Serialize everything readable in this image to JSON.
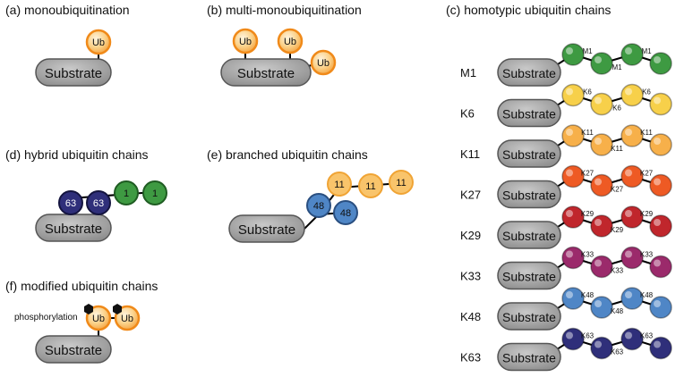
{
  "colors": {
    "ub": "#f4a340",
    "k6": "#f7d04a",
    "k11": "#f7b04a",
    "k27": "#ee5a24",
    "k29": "#c0262c",
    "k33": "#9b2a6b",
    "k48": "#4f86c6",
    "k63": "#2f2f7a",
    "m1": "#3e9a42",
    "substrate": "#9a9a9a"
  },
  "panels": {
    "a": {
      "title": "(a) monoubiquitination",
      "substrate": "Substrate",
      "ub": "Ub"
    },
    "b": {
      "title": "(b) multi-monoubiquitination",
      "substrate": "Substrate",
      "ub": [
        "Ub",
        "Ub",
        "Ub"
      ]
    },
    "c": {
      "title": "(c) homotypic ubiquitin chains",
      "substrate": "Substrate",
      "rows": [
        {
          "label": "M1",
          "link": "M1",
          "color": "m1"
        },
        {
          "label": "K6",
          "link": "K6",
          "color": "k6"
        },
        {
          "label": "K11",
          "link": "K11",
          "color": "k11"
        },
        {
          "label": "K27",
          "link": "K27",
          "color": "k27"
        },
        {
          "label": "K29",
          "link": "K29",
          "color": "k29"
        },
        {
          "label": "K33",
          "link": "K33",
          "color": "k33"
        },
        {
          "label": "K48",
          "link": "K48",
          "color": "k48"
        },
        {
          "label": "K63",
          "link": "K63",
          "color": "k63"
        }
      ]
    },
    "d": {
      "title": "(d) hybrid ubiquitin chains",
      "substrate": "Substrate",
      "nodes": [
        "63",
        "63",
        "1",
        "1"
      ]
    },
    "e": {
      "title": "(e) branched ubiquitin chains",
      "substrate": "Substrate",
      "nodes": [
        "48",
        "48",
        "11",
        "11",
        "11"
      ]
    },
    "f": {
      "title": "(f) modified ubiquitin chains",
      "substrate": "Substrate",
      "ub": [
        "Ub",
        "Ub"
      ],
      "modification": "phosphorylation"
    }
  }
}
